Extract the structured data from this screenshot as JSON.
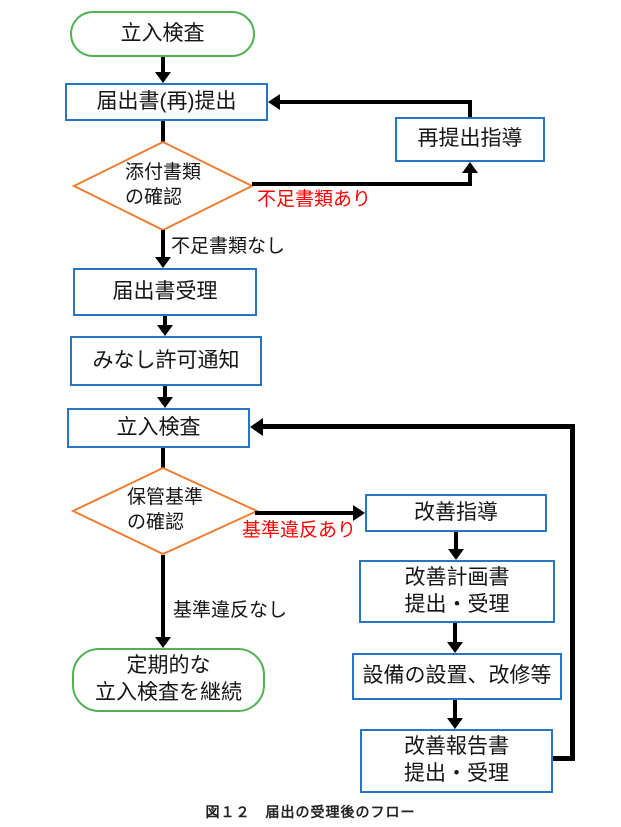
{
  "title": "届出の受理後のフロー",
  "colors": {
    "box_border": "#2776C6",
    "terminal_border": "#52B152",
    "decision_border": "#ED7D31",
    "arrow": "#000000",
    "label_red": "#FF0000"
  },
  "nodes": {
    "start": {
      "type": "terminal",
      "label": "立入検査"
    },
    "submit": {
      "type": "process",
      "label": "届出書(再)提出"
    },
    "resubmit_guidance": {
      "type": "process",
      "label": "再提出指導"
    },
    "check_documents": {
      "type": "decision",
      "label": "添付書類\nの確認"
    },
    "accept": {
      "type": "process",
      "label": "届出書受理"
    },
    "deemed_permission": {
      "type": "process",
      "label": "みなし許可通知"
    },
    "inspection": {
      "type": "process",
      "label": "立入検査"
    },
    "check_storage": {
      "type": "decision",
      "label": "保管基準\nの確認"
    },
    "improvement_guidance": {
      "type": "process",
      "label": "改善指導"
    },
    "improvement_plan": {
      "type": "process",
      "label": "改善計画書\n提出・受理"
    },
    "equipment_work": {
      "type": "process",
      "label": "設備の設置、改修等"
    },
    "improvement_report": {
      "type": "process",
      "label": "改善報告書\n提出・受理"
    },
    "end": {
      "type": "terminal",
      "label": "定期的な\n立入検査を継続"
    }
  },
  "edge_labels": {
    "missing_docs_yes": "不足書類あり",
    "missing_docs_no": "不足書類なし",
    "violation_yes": "基準違反あり",
    "violation_no": "基準違反なし"
  },
  "caption": "図１２　届出の受理後のフロー"
}
